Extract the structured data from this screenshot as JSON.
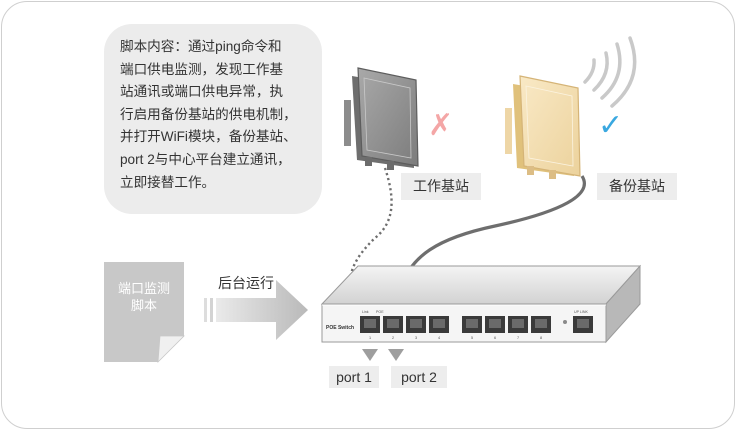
{
  "bubble": {
    "lines": [
      "脚本内容：通过ping命令和",
      "端口供电监测，发现工作基",
      "站通讯或端口供电异常，执",
      "行启用备份基站的供电机制，",
      "并打开WiFi模块，备份基站、",
      "port 2与中心平台建立通讯，",
      "立即接替工作。"
    ]
  },
  "work_station": {
    "label": "工作基站",
    "status": "✗",
    "status_color": "#f4a6a6"
  },
  "backup_station": {
    "label": "备份基站",
    "status": "✓",
    "status_color": "#3aa8e0"
  },
  "script_doc": {
    "line1": "端口监测",
    "line2": "脚本"
  },
  "arrow": {
    "label": "后台运行"
  },
  "switch": {
    "name": "POE Switch",
    "tiny_labels": {
      "link": "Link",
      "poe": "POE",
      "uplink": "UP LINK"
    },
    "port_numbers": [
      "1",
      "2",
      "3",
      "4",
      "5",
      "6",
      "7",
      "8"
    ]
  },
  "ports": {
    "port1": "port 1",
    "port2": "port 2"
  }
}
